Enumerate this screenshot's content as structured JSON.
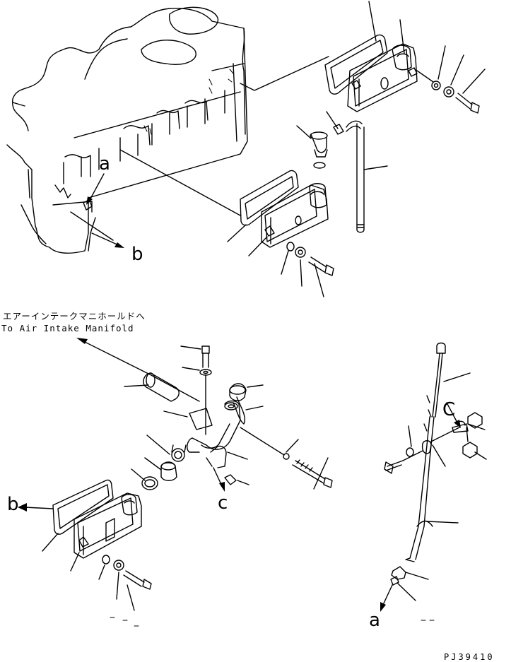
{
  "annotations": {
    "intake_note_jp": "エアーインテークマニホールドへ",
    "intake_note_en": "To Air Intake Manifold",
    "callout_a_top": "a",
    "callout_b_top": "b",
    "callout_b_left": "b",
    "callout_c_center": "c",
    "callout_c_right": "C",
    "callout_a_bottom": "a"
  },
  "drawing_code": "PJ39410"
}
